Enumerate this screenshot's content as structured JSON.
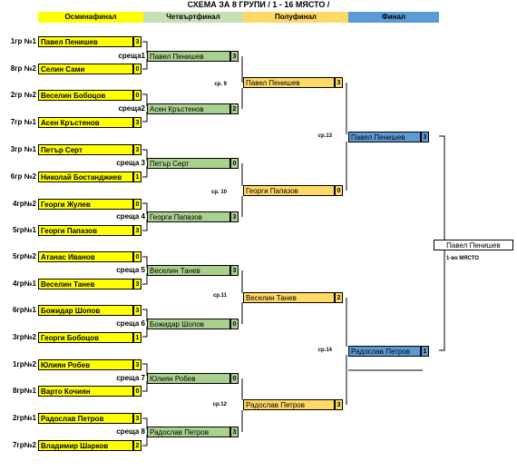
{
  "title": "СХЕМА ЗА 8 ГРУПИ   / 1 - 16  МЯСТО /",
  "headers": {
    "r16": "Осминафинал",
    "qf": "Четвъртфинал",
    "sf": "Полуфинал",
    "final": "Финал"
  },
  "colors": {
    "r16": "#ffff00",
    "qf": "#a9d18e",
    "sf": "#ffd966",
    "final": "#5b9bd5"
  },
  "round16": [
    {
      "seed": "1гр №1",
      "name": "Павел Пенишев",
      "score": "3"
    },
    {
      "seed": "8гр №2",
      "name": "Селин Сами",
      "score": "0"
    },
    {
      "seed": "2гр №2",
      "name": "Веселин Бобоцов",
      "score": "0"
    },
    {
      "seed": "7гр №1",
      "name": "Асен Кръстенов",
      "score": "3"
    },
    {
      "seed": "3гр №1",
      "name": "Петър Серт",
      "score": "3"
    },
    {
      "seed": "6гр №2",
      "name": "Николай Бостанджиев",
      "score": "1"
    },
    {
      "seed": "4гр№2",
      "name": "Георги Жулев",
      "score": "0"
    },
    {
      "seed": "5гр№1",
      "name": "Георги Папазов",
      "score": "3"
    },
    {
      "seed": "5гр№2",
      "name": "Атанас Иванов",
      "score": "0"
    },
    {
      "seed": "4гр№1",
      "name": "Веселин Танев",
      "score": "3"
    },
    {
      "seed": "6гр№1",
      "name": "Божидар Шопов",
      "score": "3"
    },
    {
      "seed": "3гр№2",
      "name": "Георги Бобоцов",
      "score": "1"
    },
    {
      "seed": "1гр№2",
      "name": "Юлиян Робев",
      "score": "3"
    },
    {
      "seed": "8гр№1",
      "name": "Варто Кочиян",
      "score": "0"
    },
    {
      "seed": "2гр№1",
      "name": "Радослав Петров",
      "score": "3"
    },
    {
      "seed": "7гр№2",
      "name": "Владимир Шарков",
      "score": "2"
    }
  ],
  "quarterfinals": [
    {
      "meeting": "среща1",
      "name": "Павел Пенишев",
      "score": "3"
    },
    {
      "meeting": "среща2",
      "name": "Асен Кръстенов",
      "score": "2"
    },
    {
      "meeting": "среща 3",
      "name": "Петър Серт",
      "score": "0"
    },
    {
      "meeting": "среща 4",
      "name": "Георги Папазов",
      "score": "3"
    },
    {
      "meeting": "среща 5",
      "name": "Веселин Танев",
      "score": "3"
    },
    {
      "meeting": "среща 6",
      "name": "Божидар Шопов",
      "score": "0"
    },
    {
      "meeting": "среща 7",
      "name": "Юлиян Робев",
      "score": "0"
    },
    {
      "meeting": "среща 8",
      "name": "Радослав Петров",
      "score": "3"
    }
  ],
  "semifinals": [
    {
      "meeting": "ср. 9",
      "name": "Павел Пенишев",
      "score": "3"
    },
    {
      "meeting": "ср. 10",
      "name": "Георги Папазов",
      "score": "0"
    },
    {
      "meeting": "ср.11",
      "name": "Веселин Танев",
      "score": "2"
    },
    {
      "meeting": "ср.12",
      "name": "Радослав Петров",
      "score": "3"
    }
  ],
  "finals": [
    {
      "meeting": "ср.13",
      "name": "Павел Пенишев",
      "score": "3"
    },
    {
      "meeting": "ср.14",
      "name": "Радослав Петров",
      "score": "1"
    }
  ],
  "winner": {
    "name": "Павел Пенишев",
    "place": "1-во МЯСТО"
  }
}
